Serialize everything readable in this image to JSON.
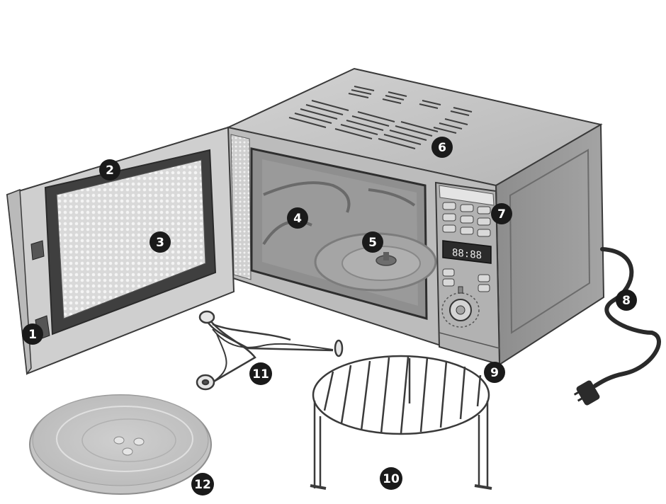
{
  "diagram": {
    "callouts": [
      {
        "id": 1,
        "label": "1"
      },
      {
        "id": 2,
        "label": "2"
      },
      {
        "id": 3,
        "label": "3"
      },
      {
        "id": 4,
        "label": "4"
      },
      {
        "id": 5,
        "label": "5"
      },
      {
        "id": 6,
        "label": "6"
      },
      {
        "id": 7,
        "label": "7"
      },
      {
        "id": 8,
        "label": "8"
      },
      {
        "id": 9,
        "label": "9"
      },
      {
        "id": 10,
        "label": "10"
      },
      {
        "id": 11,
        "label": "11"
      },
      {
        "id": 12,
        "label": "12"
      }
    ],
    "display_readout": "88:88",
    "colors": {
      "background": "#ffffff",
      "outline": "#3a3a3a",
      "body_light": "#c8c8c8",
      "body_mid": "#a9a9a9",
      "body_dark": "#7d7d7d",
      "window": "#8e8e8e",
      "display": "#2b2b2b",
      "callout": "#1a1a1a"
    }
  }
}
